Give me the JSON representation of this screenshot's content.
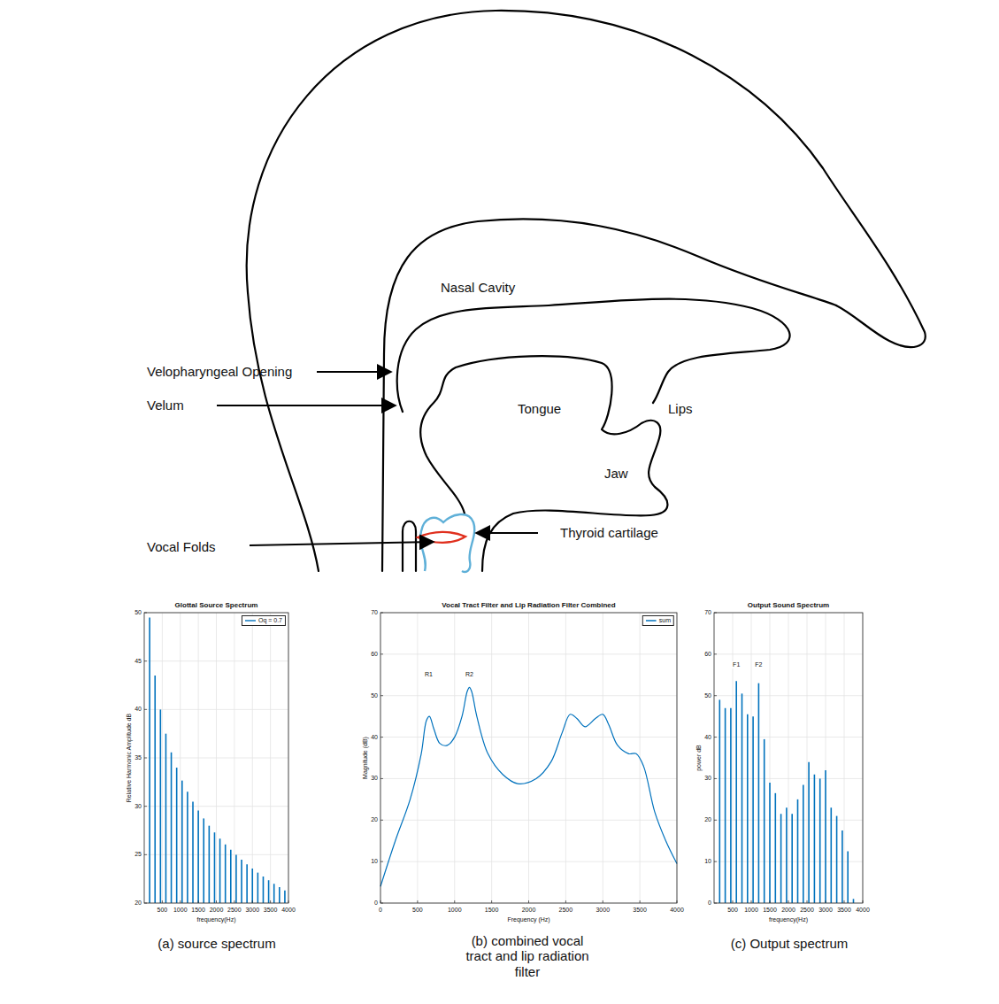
{
  "diagram": {
    "labels": [
      "Nasal Cavity",
      "Velopharyngeal Opening",
      "Velum",
      "Tongue",
      "Lips",
      "Jaw",
      "Vocal Folds",
      "Thyroid cartilage",
      "Glottal Source Spectrum",
      "Relative Harmonic Amplitude dB",
      "frequency(Hz)",
      "20",
      "25",
      "30",
      "35",
      "40",
      "45",
      "50",
      "500",
      "1000",
      "1500",
      "2000",
      "2500",
      "3000",
      "3500",
      "4000",
      "Vocal Tract Filter and Lip Radiation Filter Combined",
      "Magnitude (dB)",
      "Frequency (Hz)",
      "0",
      "10",
      "20",
      "30",
      "40",
      "50",
      "60",
      "70",
      "0",
      "500",
      "1000",
      "1500",
      "2000",
      "2500",
      "3000",
      "3500",
      "4000",
      "R1",
      "R2",
      "Output Sound Spectrum",
      "power dB",
      "frequency(Hz)",
      "0",
      "10",
      "20",
      "30",
      "40",
      "50",
      "60",
      "70",
      "500",
      "1000",
      "1500",
      "2000",
      "2500",
      "3000",
      "3500",
      "4000",
      "F1",
      "F2",
      "(a) source spectrum",
      "(b) combined vocal tract and lip radiation filter",
      "(c) Output spectrum"
    ],
    "legend": [
      {
        "text": "Oq = 0.7"
      },
      {
        "text": "sum"
      }
    ]
  }
}
